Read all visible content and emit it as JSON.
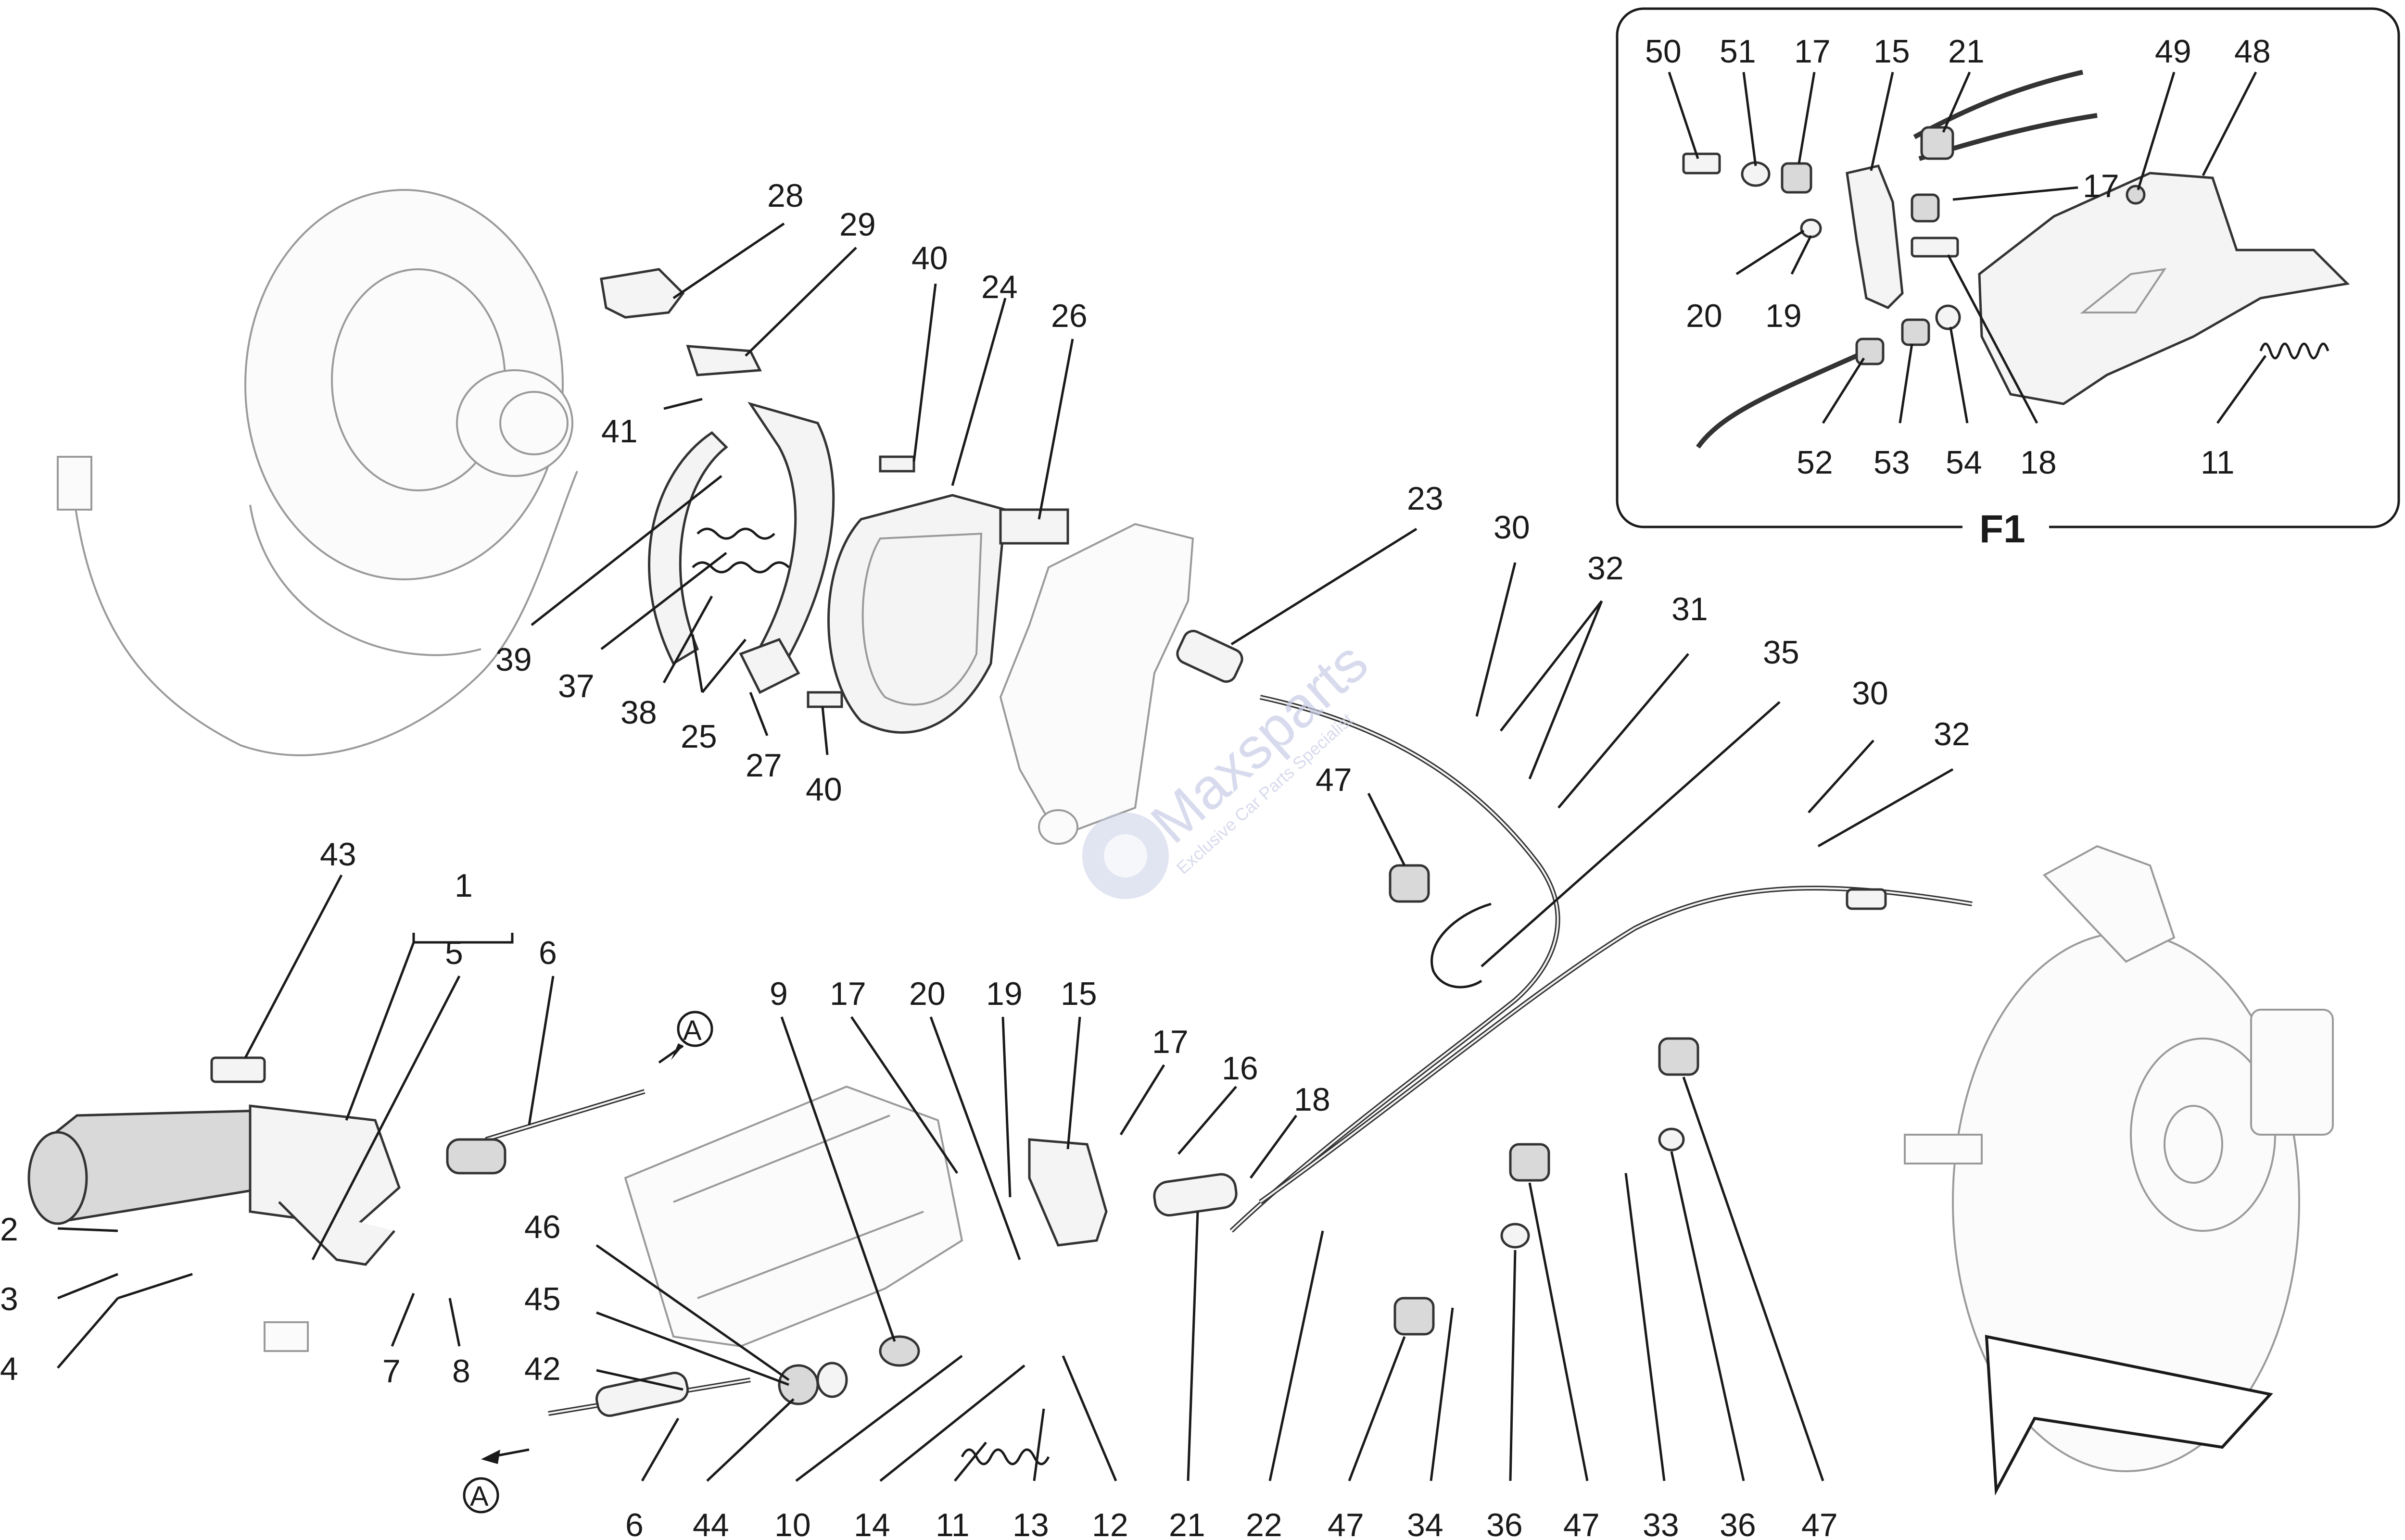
{
  "diagram": {
    "inset_label": "F1",
    "connector_marker": "A",
    "watermark": {
      "brand": "Maxsparts",
      "tagline": "Exclusive Car Parts Specialist"
    },
    "callouts": [
      {
        "text": "50"
      },
      {
        "text": "51"
      },
      {
        "text": "17"
      },
      {
        "text": "15"
      },
      {
        "text": "21"
      },
      {
        "text": "49"
      },
      {
        "text": "48"
      },
      {
        "text": "17"
      },
      {
        "text": "20"
      },
      {
        "text": "19"
      },
      {
        "text": "52"
      },
      {
        "text": "53"
      },
      {
        "text": "54"
      },
      {
        "text": "18"
      },
      {
        "text": "11"
      },
      {
        "text": "28"
      },
      {
        "text": "29"
      },
      {
        "text": "40"
      },
      {
        "text": "24"
      },
      {
        "text": "26"
      },
      {
        "text": "41"
      },
      {
        "text": "39"
      },
      {
        "text": "37"
      },
      {
        "text": "38"
      },
      {
        "text": "25"
      },
      {
        "text": "27"
      },
      {
        "text": "40"
      },
      {
        "text": "23"
      },
      {
        "text": "30"
      },
      {
        "text": "32"
      },
      {
        "text": "31"
      },
      {
        "text": "35"
      },
      {
        "text": "30"
      },
      {
        "text": "32"
      },
      {
        "text": "47"
      },
      {
        "text": "43"
      },
      {
        "text": "1"
      },
      {
        "text": "5"
      },
      {
        "text": "6"
      },
      {
        "text": "2"
      },
      {
        "text": "3"
      },
      {
        "text": "4"
      },
      {
        "text": "7"
      },
      {
        "text": "8"
      },
      {
        "text": "46"
      },
      {
        "text": "45"
      },
      {
        "text": "42"
      },
      {
        "text": "9"
      },
      {
        "text": "17"
      },
      {
        "text": "20"
      },
      {
        "text": "19"
      },
      {
        "text": "15"
      },
      {
        "text": "17"
      },
      {
        "text": "16"
      },
      {
        "text": "18"
      },
      {
        "text": "6"
      },
      {
        "text": "44"
      },
      {
        "text": "10"
      },
      {
        "text": "14"
      },
      {
        "text": "11"
      },
      {
        "text": "13"
      },
      {
        "text": "12"
      },
      {
        "text": "21"
      },
      {
        "text": "22"
      },
      {
        "text": "47"
      },
      {
        "text": "34"
      },
      {
        "text": "36"
      },
      {
        "text": "47"
      },
      {
        "text": "33"
      },
      {
        "text": "36"
      },
      {
        "text": "47"
      }
    ]
  }
}
